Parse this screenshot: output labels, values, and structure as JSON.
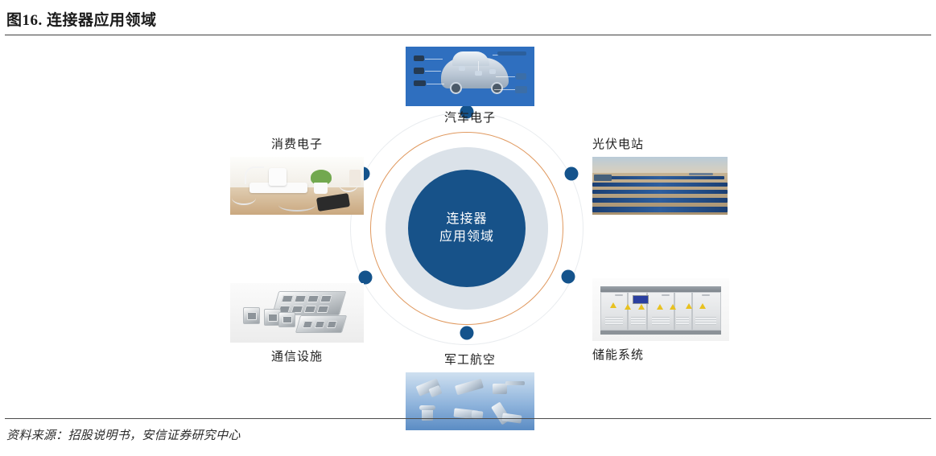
{
  "figure": {
    "title": "图16. 连接器应用领域",
    "source": "资料来源：招股说明书，安信证券研究中心"
  },
  "diagram": {
    "center": {
      "line1": "连接器",
      "line2": "应用领域"
    },
    "colors": {
      "core_blue": "#175289",
      "pale_ring": "#dbe2e9",
      "orange_ring": "#e0995f",
      "outer_ring": "#e9ecef",
      "node_dot": "#14538c"
    },
    "categories": [
      {
        "id": "automotive",
        "label": "汽车电子",
        "position": "top"
      },
      {
        "id": "consumer",
        "label": "消费电子",
        "position": "top-left"
      },
      {
        "id": "pv",
        "label": "光伏电站",
        "position": "top-right"
      },
      {
        "id": "communication",
        "label": "通信设施",
        "position": "bottom-left"
      },
      {
        "id": "storage",
        "label": "储能系统",
        "position": "bottom-right"
      },
      {
        "id": "military",
        "label": "军工航空",
        "position": "bottom"
      }
    ]
  }
}
